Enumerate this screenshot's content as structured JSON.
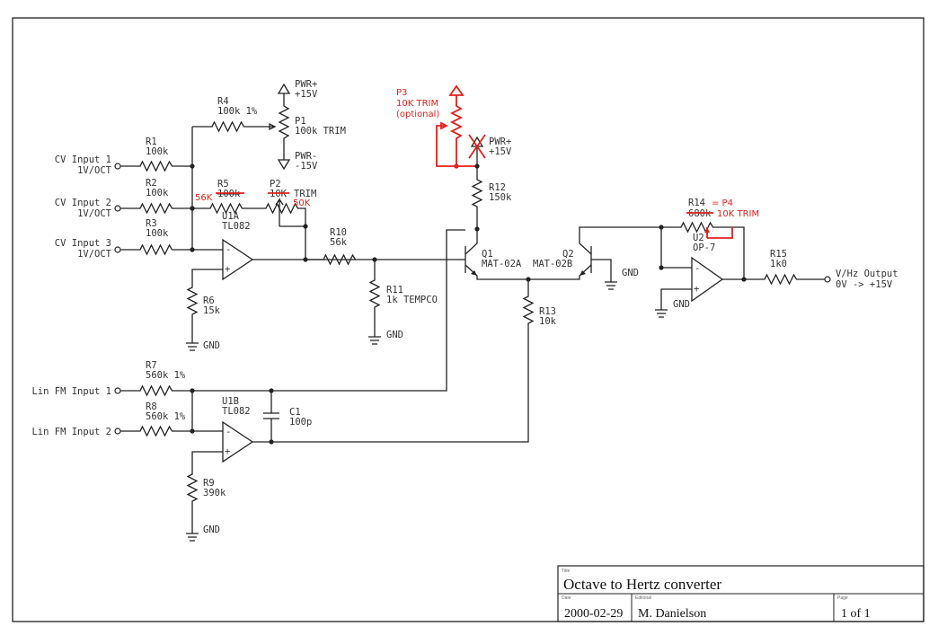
{
  "inputs": {
    "cv1_name": "CV Input 1",
    "cv1_unit": "1V/OCT",
    "cv2_name": "CV Input 2",
    "cv2_unit": "1V/OCT",
    "cv3_name": "CV Input 3",
    "cv3_unit": "1V/OCT",
    "fm1": "Lin FM Input 1",
    "fm2": "Lin FM Input 2"
  },
  "output": {
    "name": "V/Hz Output",
    "range": "0V -> +15V"
  },
  "components": {
    "r1": {
      "ref": "R1",
      "val": "100k"
    },
    "r2": {
      "ref": "R2",
      "val": "100k"
    },
    "r3": {
      "ref": "R3",
      "val": "100k"
    },
    "r4": {
      "ref": "R4",
      "val": "100k 1%"
    },
    "r5": {
      "ref": "R5",
      "val": "100k",
      "mod": "56K"
    },
    "r6": {
      "ref": "R6",
      "val": "15k"
    },
    "r7": {
      "ref": "R7",
      "val": "560k 1%"
    },
    "r8": {
      "ref": "R8",
      "val": "560k 1%"
    },
    "r9": {
      "ref": "R9",
      "val": "390k"
    },
    "r10": {
      "ref": "R10",
      "val": "56k"
    },
    "r11": {
      "ref": "R11",
      "val": "1k TEMPCO"
    },
    "r12": {
      "ref": "R12",
      "val": "150k"
    },
    "r13": {
      "ref": "R13",
      "val": "10k"
    },
    "r14": {
      "ref": "R14",
      "val": "680k",
      "mod": "= P4",
      "mod2": "10K TRIM"
    },
    "r15": {
      "ref": "R15",
      "val": "1k0"
    },
    "p1": {
      "ref": "P1",
      "val": "100k TRIM"
    },
    "p2": {
      "ref": "P2",
      "val": "10K",
      "suffix": "TRIM",
      "mod": "50K"
    },
    "p3": {
      "ref": "P3",
      "val": "10K TRIM",
      "note": "(optional)"
    },
    "c1": {
      "ref": "C1",
      "val": "100p"
    },
    "u1a": {
      "ref": "U1A",
      "val": "TL082"
    },
    "u1b": {
      "ref": "U1B",
      "val": "TL082"
    },
    "u2": {
      "ref": "U2",
      "val": "OP-7"
    },
    "q1": {
      "ref": "Q1",
      "val": "MAT-02A"
    },
    "q2": {
      "ref": "Q2",
      "val": "MAT-02B"
    }
  },
  "power": {
    "pwr_pos": "PWR+",
    "pos15": "+15V",
    "pwr_neg": "PWR-",
    "neg15": "-15V",
    "gnd": "GND"
  },
  "opamp": {
    "minus": "-",
    "plus": "+"
  },
  "titleblock": {
    "title_caption": "Title",
    "title": "Octave to Hertz converter",
    "date_caption": "Date",
    "date": "2000-02-29",
    "author_caption": "Editorial",
    "author": "M. Danielson",
    "page_caption": "Page",
    "page": "1 of 1"
  },
  "colors": {
    "ink": "#222222",
    "markup": "#e0201c",
    "paper": "#ffffff"
  }
}
